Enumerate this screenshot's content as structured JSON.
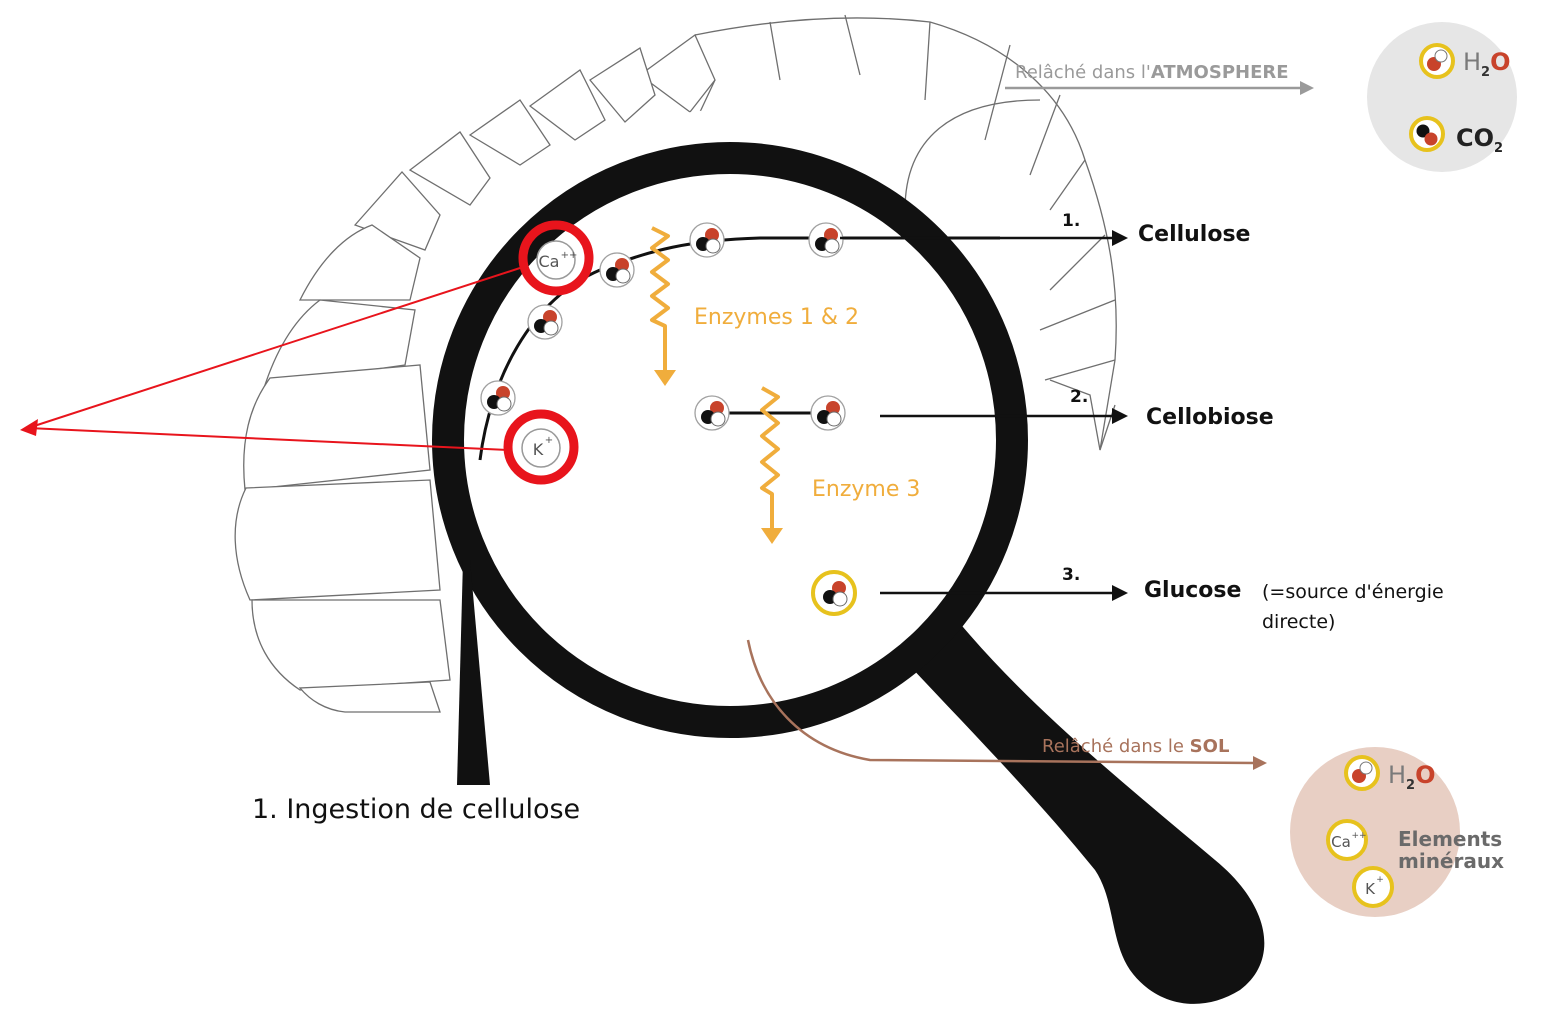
{
  "title_ring": "DANS LE SYSTEME DIGESTIF",
  "ingestion_label": "1. Ingestion de cellulose",
  "enzymes_12": "Enzymes 1 & 2",
  "enzyme_3": "Enzyme 3",
  "products": [
    {
      "num": "1.",
      "name": "Cellulose"
    },
    {
      "num": "2.",
      "name": "Cellobiose"
    },
    {
      "num": "3.",
      "name": "Glucose"
    }
  ],
  "glucose_note_line1": "(=source d'énergie",
  "glucose_note_line2": "directe)",
  "atmosphere": {
    "prefix": "Relâché dans l'",
    "emphasis": "ATMOSPHERE",
    "items": [
      {
        "symbol": "H",
        "sub": "2",
        "suffix": "O"
      },
      {
        "symbol": "CO",
        "sub": "2",
        "suffix": ""
      }
    ]
  },
  "soil": {
    "prefix": "Relâché dans le ",
    "emphasis": "SOL",
    "water": {
      "symbol": "H",
      "sub": "2",
      "suffix": "O"
    },
    "minerals_line1": "Elements",
    "minerals_line2": "minéraux"
  },
  "ions": {
    "calcium": {
      "base": "Ca",
      "charge": "++"
    },
    "potassium": {
      "base": "K",
      "charge": "+"
    }
  },
  "colors": {
    "annotation_red": "#e8141c",
    "enzyme_orange": "#f0ad3c",
    "molecule_red": "#c8432b",
    "glucose_ring": "#e7c21d",
    "atmosphere_bg": "#e6e6e6",
    "soil_bg": "#e8cfc4",
    "soil_arrow": "#a8735c",
    "atmosphere_arrow": "#9a9a9a"
  }
}
